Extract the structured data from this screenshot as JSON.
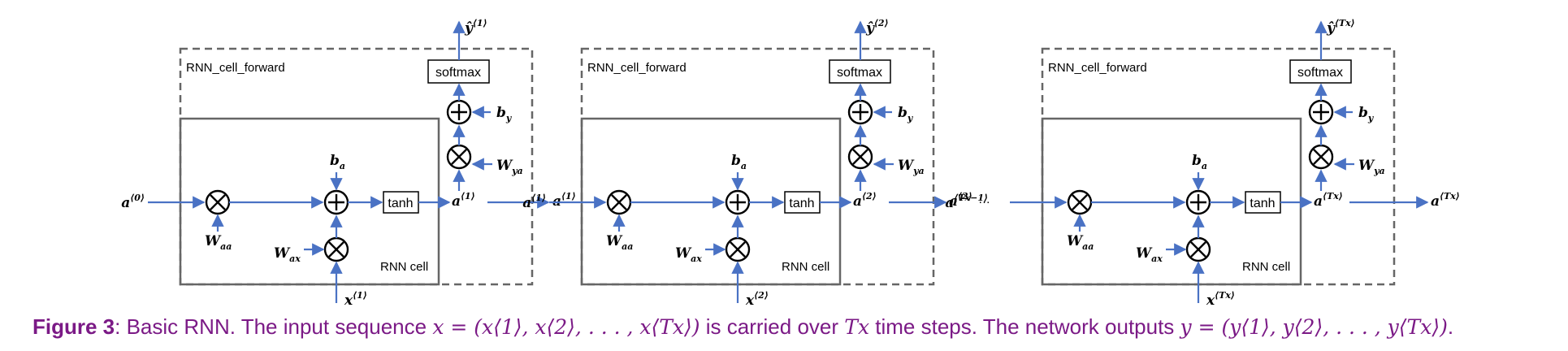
{
  "diagram": {
    "cells": [
      {
        "outer_label": "RNN_cell_forward",
        "inner_label": "RNN cell",
        "tanh": "tanh",
        "softmax": "softmax",
        "a_in": "a",
        "a_in_sup": "⟨0⟩",
        "a_out": "a",
        "a_out_sup": "⟨1⟩",
        "x": "x",
        "x_sup": "⟨1⟩",
        "y": "ŷ",
        "y_sup": "⟨1⟩",
        "waa": "W",
        "waa_sub": "aa",
        "wax": "W",
        "wax_sub": "ax",
        "wya": "W",
        "wya_sub": "ya",
        "ba": "b",
        "ba_sub": "a",
        "by": "b",
        "by_sub": "y",
        "next": "a",
        "next_sup": "⟨1⟩"
      },
      {
        "outer_label": "RNN_cell_forward",
        "inner_label": "RNN cell",
        "tanh": "tanh",
        "softmax": "softmax",
        "a_in": "a",
        "a_in_sup": "⟨1⟩",
        "a_out": "a",
        "a_out_sup": "⟨2⟩",
        "x": "x",
        "x_sup": "⟨2⟩",
        "y": "ŷ",
        "y_sup": "⟨2⟩",
        "waa": "W",
        "waa_sub": "aa",
        "wax": "W",
        "wax_sub": "ax",
        "wya": "W",
        "wya_sub": "ya",
        "ba": "b",
        "ba_sub": "a",
        "by": "b",
        "by_sub": "y",
        "next": "a",
        "next_sup": "⟨2⟩"
      },
      {
        "outer_label": "RNN_cell_forward",
        "inner_label": "RNN cell",
        "tanh": "tanh",
        "softmax": "softmax",
        "a_in": "a",
        "a_in_sup": "⟨Tx−1⟩",
        "a_out": "a",
        "a_out_sup": "⟨Tx⟩",
        "x": "x",
        "x_sup": "⟨Tx⟩",
        "y": "ŷ",
        "y_sup": "⟨Tx⟩",
        "waa": "W",
        "waa_sub": "aa",
        "wax": "W",
        "wax_sub": "ax",
        "wya": "W",
        "wya_sub": "ya",
        "ba": "b",
        "ba_sub": "a",
        "by": "b",
        "by_sub": "y",
        "next": "a",
        "next_sup": "⟨Tx⟩"
      }
    ],
    "ellipsis": "…",
    "colors": {
      "arrow": "#4a72c4",
      "box": "#666666",
      "caption": "#7b1a86"
    }
  },
  "caption": {
    "figure": "Figure 3",
    "text1": ": Basic RNN. The input sequence ",
    "math1": "x = (x⟨1⟩, x⟨2⟩, . . . , x⟨Tx⟩)",
    "text2": " is carried over ",
    "math2": "Tx",
    "text3": " time steps. The network outputs ",
    "math3": "y = (y⟨1⟩, y⟨2⟩, . . . , y⟨Tx⟩)",
    "text4": "."
  }
}
